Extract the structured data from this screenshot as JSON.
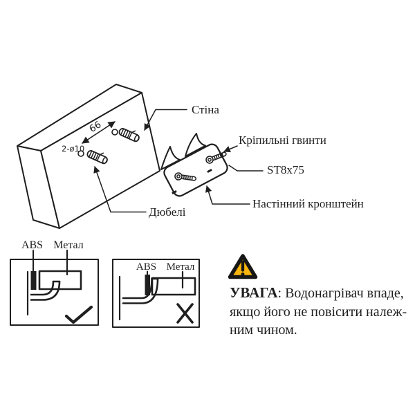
{
  "diagram": {
    "wall_label": "Стіна",
    "screws_label": "Кріпильні гвинти",
    "screw_size": "ST8x75",
    "bracket_label": "Настінний кронштейн",
    "dowels_label": "Дюбелі",
    "hole_distance": "66",
    "hole_spec": "2-ø10"
  },
  "panels": {
    "correct": {
      "abs": "ABS",
      "metal": "Метал",
      "result_icon": "checkmark"
    },
    "incorrect": {
      "abs": "ABS",
      "metal": "Метал",
      "result_icon": "x-mark"
    }
  },
  "warning": {
    "icon": "warning-triangle",
    "title": "УВАГА",
    "line1_rest": ": Водонагрівач впаде,",
    "line2": "якщо його не повісити належ-",
    "line3": "ним чином."
  },
  "colors": {
    "line": "#1f1f1f",
    "warning_yellow": "#F7B50C",
    "background": "#ffffff"
  }
}
